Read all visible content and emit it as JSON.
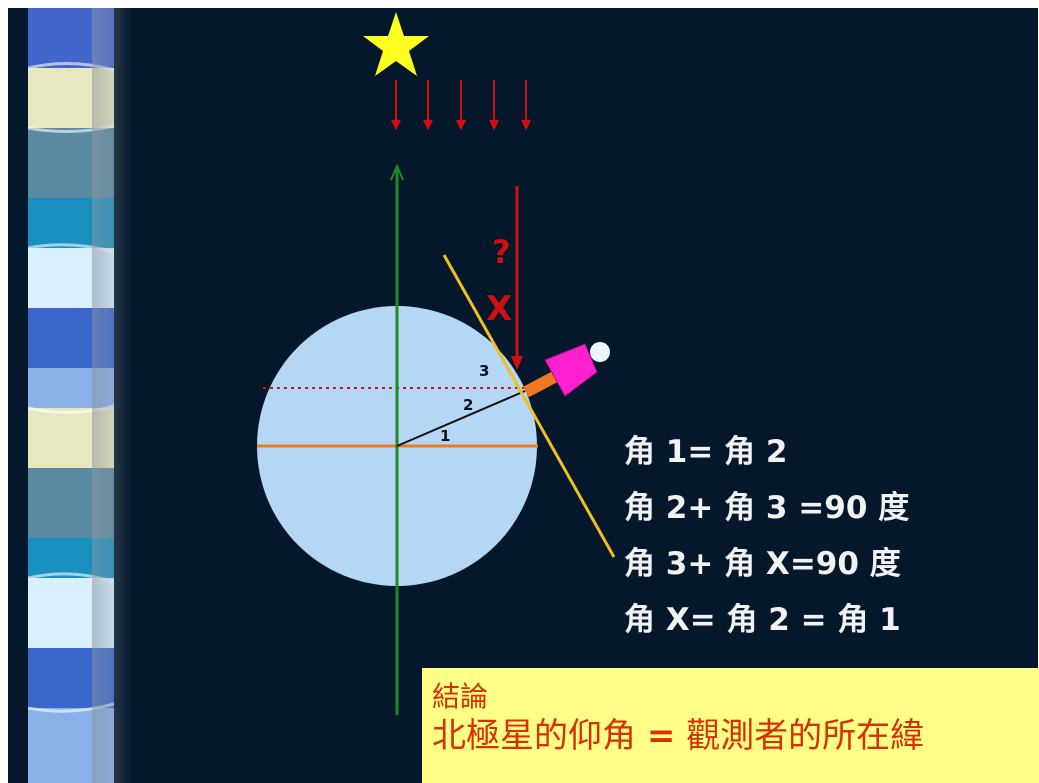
{
  "diagram": {
    "labels": {
      "angle1": "1",
      "angle2": "2",
      "angle3": "3",
      "question": "?",
      "x": "X"
    },
    "colors": {
      "background": "#04172b",
      "earth": "#b4d7f5",
      "axis": "#1f8a1f",
      "equator": "#f07820",
      "sunlight": "#d01010",
      "tangent": "#f0c020",
      "star": "#ffff20",
      "telescope": "#ff20d0"
    },
    "icons": [
      "star-icon",
      "telescope-icon"
    ]
  },
  "equations": [
    "角 1= 角 2",
    "角 2+ 角 3 =90 度",
    "角 3+ 角 X=90 度",
    "角 X=  角 2 =  角 1"
  ],
  "conclusion": {
    "title": "結論",
    "text_before": "北極星的仰角 ",
    "equals": "=",
    "text_after": " 觀測者的所在緯"
  }
}
